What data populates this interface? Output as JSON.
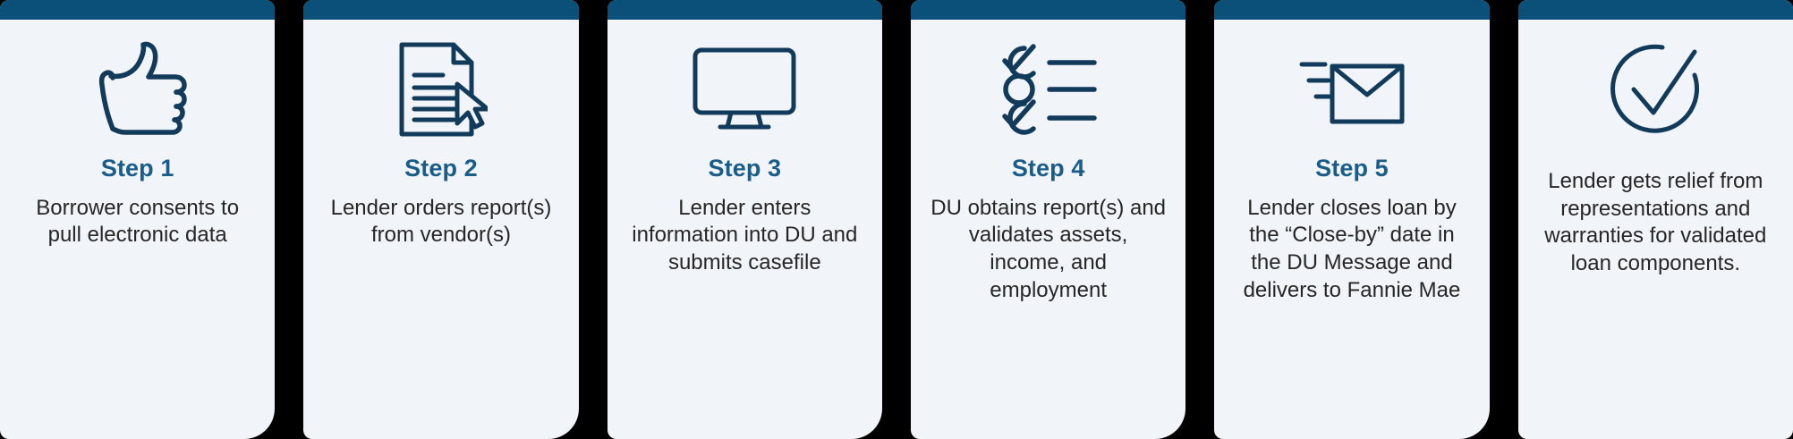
{
  "theme": {
    "background": "#000000",
    "card_bg": "#f1f4f8",
    "topbar": "#0b5078",
    "icon_stroke": "#123a5a",
    "title_color": "#1a5c8a",
    "body_text": "#262626"
  },
  "cards": [
    {
      "icon": "thumbs-up-icon",
      "title": "Step 1",
      "description": "Borrower consents to pull electronic data"
    },
    {
      "icon": "document-cursor-icon",
      "title": "Step 2",
      "description": "Lender orders report(s) from vendor(s)"
    },
    {
      "icon": "monitor-icon",
      "title": "Step 3",
      "description": "Lender enters information into DU and submits casefile"
    },
    {
      "icon": "checklist-icon",
      "title": "Step 4",
      "description": "DU obtains report(s) and validates assets, income, and employment"
    },
    {
      "icon": "envelope-send-icon",
      "title": "Step 5",
      "description": "Lender closes loan by the “Close-by” date in the DU Message and delivers to Fannie Mae"
    },
    {
      "icon": "check-circle-icon",
      "title": "",
      "description": "Lender gets relief from representations and warranties for validated loan components."
    }
  ]
}
